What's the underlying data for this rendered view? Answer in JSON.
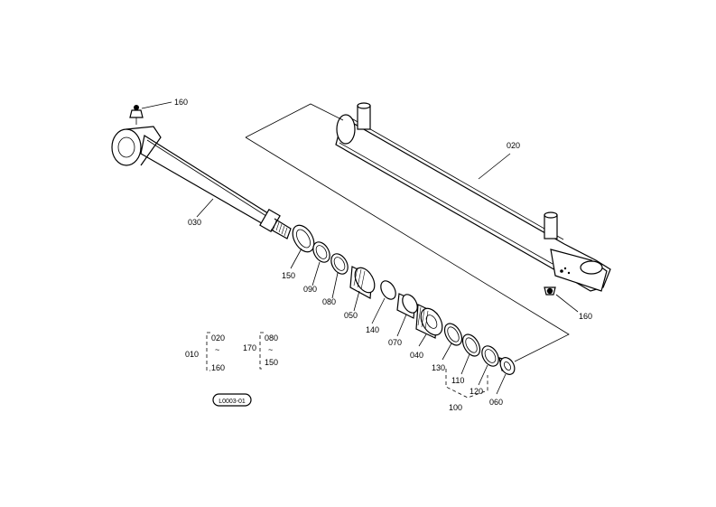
{
  "labels": {
    "p160_top": "160",
    "p020": "020",
    "p030": "030",
    "p150": "150",
    "p090": "090",
    "p080": "080",
    "p050": "050",
    "p140": "140",
    "p070": "070",
    "p040": "040",
    "p130": "130",
    "p110": "110",
    "p120": "120",
    "p060": "060",
    "p100": "100",
    "p160_right": "160"
  },
  "legend": {
    "group_a_main": "010",
    "group_a_from": "020",
    "group_a_to": "160",
    "group_b_main": "170",
    "group_b_from": "080",
    "group_b_to": "150",
    "tilde": "~"
  },
  "drawing_id": "L0003-01"
}
